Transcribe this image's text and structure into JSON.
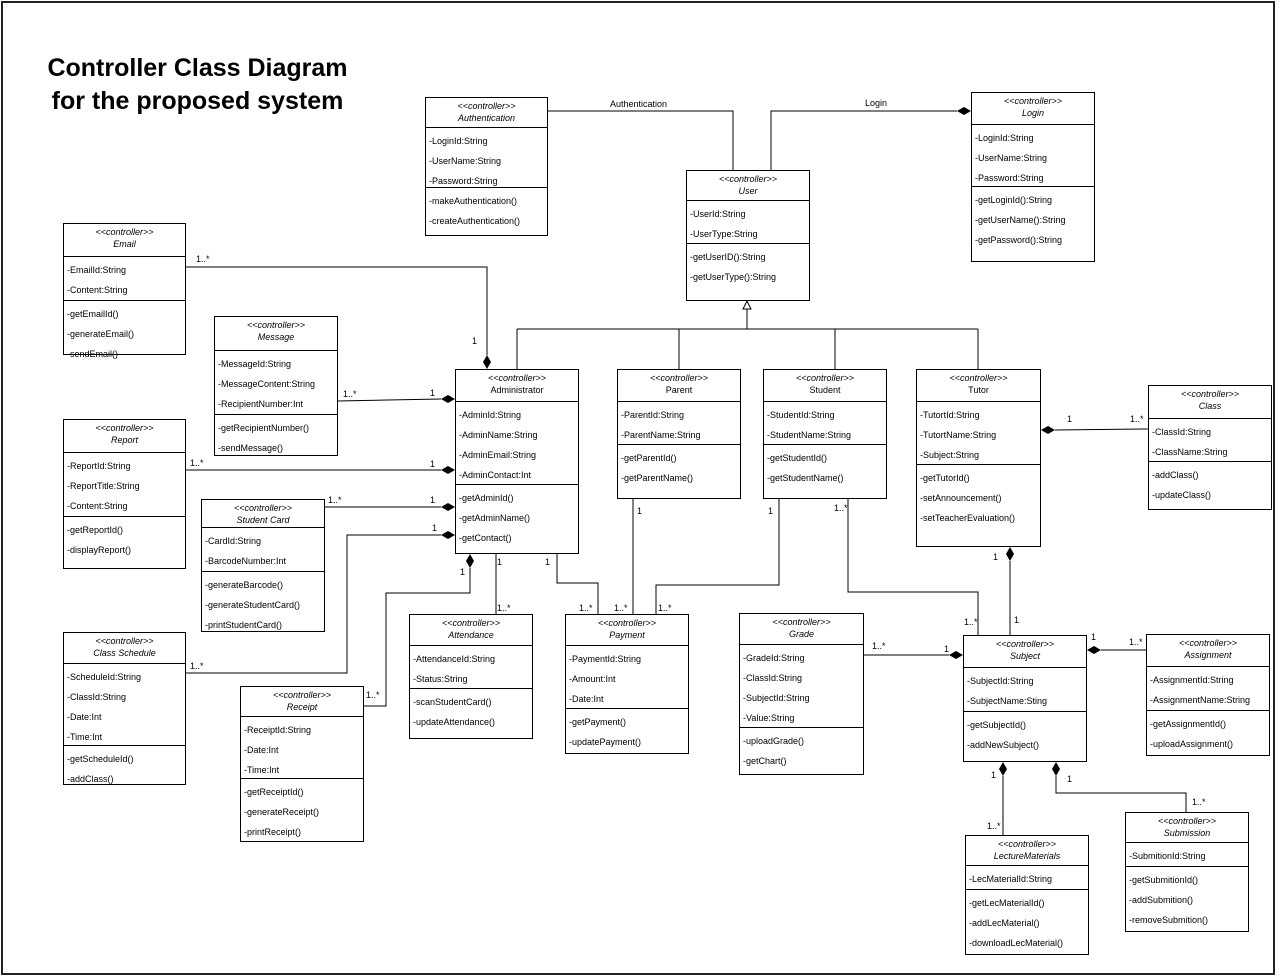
{
  "title": {
    "line1": "Controller Class Diagram",
    "line2": "for the proposed system"
  },
  "classes": {
    "authentication": {
      "stereotype": "<<controller>>",
      "name": "Authentication",
      "attributes": [
        "-LoginId:String",
        "-UserName:String",
        "-Password:String"
      ],
      "methods": [
        "-makeAuthentication()",
        "-createAuthentication()"
      ]
    },
    "login": {
      "stereotype": "<<controller>>",
      "name": "Login",
      "attributes": [
        "-LoginId:String",
        "-UserName:String",
        "-Password:String"
      ],
      "methods": [
        "-getLoginId():String",
        "-getUserName():String",
        "-getPassword():String"
      ]
    },
    "user": {
      "stereotype": "<<controller>>",
      "name": "User",
      "attributes": [
        "-UserId:String",
        "-UserType:String"
      ],
      "methods": [
        "-getUserID():String",
        "-getUserType():String"
      ]
    },
    "email": {
      "stereotype": "<<controller>>",
      "name": "Email",
      "attributes": [
        "-EmailId:String",
        "-Content:String"
      ],
      "methods": [
        "-getEmailId()",
        "-generateEmail()",
        "-sendEmail()"
      ]
    },
    "message": {
      "stereotype": "<<controller>>",
      "name": "Message",
      "attributes": [
        "-MessageId:String",
        "-MessageContent:String",
        "-RecipientNumber:Int"
      ],
      "methods": [
        "-getRecipientNumber()",
        "-sendMessage()"
      ]
    },
    "report": {
      "stereotype": "<<controller>>",
      "name": "Report",
      "attributes": [
        "-ReportId:String",
        "-ReportTitle:String",
        "-Content:String"
      ],
      "methods": [
        "-getReportId()",
        "-displayReport()"
      ]
    },
    "studentCard": {
      "stereotype": "<<controller>>",
      "name": "Student Card",
      "attributes": [
        "-CardId:String",
        "-BarcodeNumber:Int"
      ],
      "methods": [
        "-generateBarcode()",
        "-generateStudentCard()",
        "-printStudentCard()"
      ]
    },
    "classSchedule": {
      "stereotype": "<<controller>>",
      "name": "Class Schedule",
      "attributes": [
        "-ScheduleId:String",
        "-ClassId:String",
        "-Date:Int",
        "-Time:Int"
      ],
      "methods": [
        "-getScheduleId()",
        "-addClass()"
      ]
    },
    "receipt": {
      "stereotype": "<<controller>>",
      "name": "Receipt",
      "attributes": [
        "-ReceiptId:String",
        "-Date:Int",
        "-Time:Int"
      ],
      "methods": [
        "-getReceiptId()",
        "-generateReceipt()",
        "-printReceipt()"
      ]
    },
    "administrator": {
      "stereotype": "<<controller>>",
      "name": "Administrator",
      "attributes": [
        "-AdminId:String",
        "-AdminName:String",
        "-AdminEmail:String",
        "-AdminContact:Int"
      ],
      "methods": [
        "-getAdminId()",
        "-getAdminName()",
        "-getContact()"
      ]
    },
    "parent": {
      "stereotype": "<<controller>>",
      "name": "Parent",
      "attributes": [
        "-ParentId:String",
        "-ParentName:String"
      ],
      "methods": [
        "-getParentId()",
        "-getParentName()"
      ]
    },
    "student": {
      "stereotype": "<<controller>>",
      "name": "Student",
      "attributes": [
        "-StudentId:String",
        "-StudentName:String"
      ],
      "methods": [
        "-getStudentId()",
        "-getStudentName()"
      ]
    },
    "tutor": {
      "stereotype": "<<controller>>",
      "name": "Tutor",
      "attributes": [
        "-TutortId:String",
        "-TutortName:String",
        "-Subject:String"
      ],
      "methods": [
        "-getTutorId()",
        "-setAnnouncement()",
        "-setTeacherEvaluation()"
      ]
    },
    "class": {
      "stereotype": "<<controller>>",
      "name": "Class",
      "attributes": [
        "-ClassId:String",
        "-ClassName:String"
      ],
      "methods": [
        "-addClass()",
        "-updateClass()"
      ]
    },
    "attendance": {
      "stereotype": "<<controller>>",
      "name": "Attendance",
      "attributes": [
        "-AttendanceId:String",
        "-Status:String"
      ],
      "methods": [
        "-scanStudentCard()",
        "-updateAttendance()"
      ]
    },
    "payment": {
      "stereotype": "<<controller>>",
      "name": "Payment",
      "attributes": [
        "-PaymentId:String",
        "-Amount:Int",
        "-Date:Int"
      ],
      "methods": [
        "-getPayment()",
        "-updatePayment()"
      ]
    },
    "grade": {
      "stereotype": "<<controller>>",
      "name": "Grade",
      "attributes": [
        "-GradeId:String",
        "-ClassId:String",
        "-SubjectId:String",
        "-Value:String"
      ],
      "methods": [
        "-uploadGrade()",
        "-getChart()"
      ]
    },
    "subject": {
      "stereotype": "<<controller>>",
      "name": "Subject",
      "attributes": [
        "-SubjectId:String",
        "-SubjectName:Sting"
      ],
      "methods": [
        "-getSubjectId()",
        "-addNewSubject()"
      ]
    },
    "assignment": {
      "stereotype": "<<controller>>",
      "name": "Assignment",
      "attributes": [
        "-AssignmentId:String",
        "-AssignmentName:String"
      ],
      "methods": [
        "-getAssignmentId()",
        "-uploadAssignment()"
      ]
    },
    "lectureMaterials": {
      "stereotype": "<<controller>>",
      "name": "LectureMaterials",
      "attributes": [
        "-LecMaterialId:String"
      ],
      "methods": [
        "-getLecMaterialId()",
        "-addLecMaterial()",
        "-downloadLecMaterial()"
      ]
    },
    "submission": {
      "stereotype": "<<controller>>",
      "name": "Submission",
      "attributes": [
        "-SubmitionId:String"
      ],
      "methods": [
        "-getSubmitionId()",
        "-addSubmition()",
        "-removeSubmition()"
      ]
    }
  },
  "associations": {
    "authentication": "Authentication",
    "login": "Login"
  },
  "multiplicities": {
    "email_email": "1..*",
    "email_admin": "1",
    "message_message": "1..*",
    "message_admin": "1",
    "report_report": "1..*",
    "report_admin": "1",
    "card_card": "1..*",
    "card_admin": "1",
    "schedule_admin": "1",
    "schedule_schedule": "1..*",
    "receipt_admin": "1",
    "receipt_receipt": "1..*",
    "attendance_admin": "1",
    "attendance_attendance": "1..*",
    "payment_admin": "1",
    "payment_admin_end": "1..*",
    "payment_parent": "1",
    "payment_parent_end": "1..*",
    "payment_student": "1",
    "payment_student_end": "1..*",
    "subject_student": "1..*",
    "subject_student_end": "1..*",
    "tutor_tutor": "1",
    "tutor_class": "1..*",
    "tutor_subject_tutor": "1",
    "tutor_subject_subject": "1",
    "grade_grade": "1..*",
    "grade_subject": "1",
    "assignment_subject": "1",
    "assignment_assignment": "1..*",
    "lec_subject": "1",
    "lec_lec": "1..*",
    "sub_subject": "1",
    "sub_sub": "1..*"
  }
}
